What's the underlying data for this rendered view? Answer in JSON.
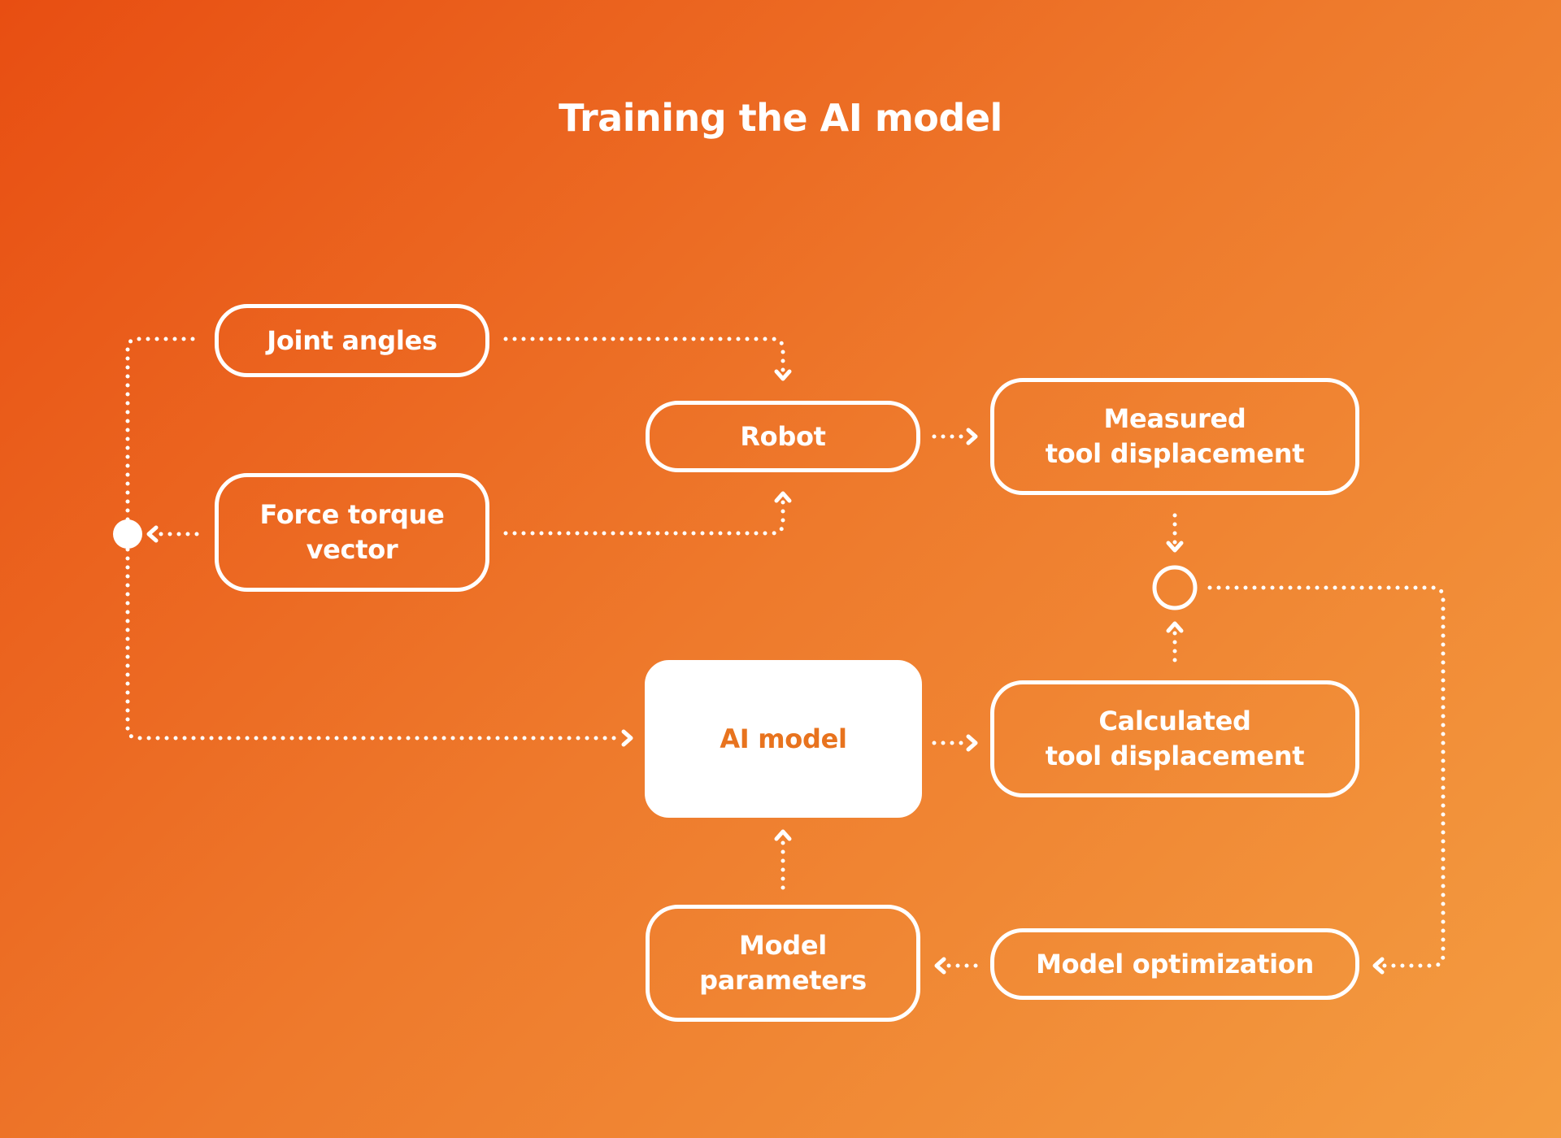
{
  "title": "Training the AI model",
  "nodes": {
    "joint_angles": "Joint angles",
    "force_torque": "Force torque\nvector",
    "robot": "Robot",
    "measured": "Measured\ntool displacement",
    "ai_model": "AI model",
    "calculated": "Calculated\ntool displacement",
    "model_parameters": "Model\nparameters",
    "model_optimization": "Model optimization"
  },
  "colors": {
    "background_start": "#e84e12",
    "background_end": "#f49d41",
    "foreground": "#ffffff",
    "accent_text": "#e8731e"
  }
}
